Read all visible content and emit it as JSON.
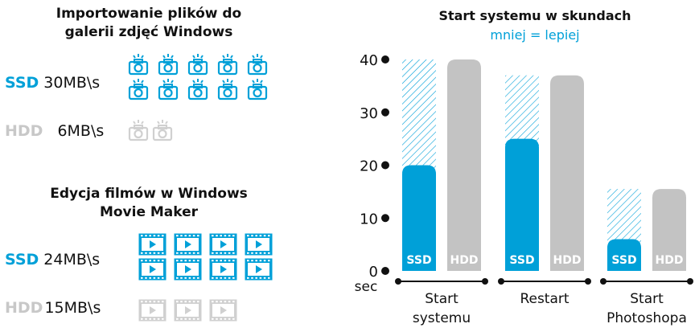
{
  "left": {
    "import_title_line1": "Importowanie plików do",
    "import_title_line2": "galerii zdjęć Windows",
    "import_ssd_label": "SSD",
    "import_ssd_value": "30MB\\s",
    "import_ssd_icon_count": 10,
    "import_hdd_label": "HDD",
    "import_hdd_value": "6MB\\s",
    "import_hdd_icon_count": 2,
    "import_icon": "camera-icon",
    "movie_title_line1": "Edycja filmów w Windows",
    "movie_title_line2": "Movie Maker",
    "movie_ssd_label": "SSD",
    "movie_ssd_value": "24MB\\s",
    "movie_ssd_icon_count": 8,
    "movie_hdd_label": "HDD",
    "movie_hdd_value": "15MB\\s",
    "movie_hdd_icon_count": 3,
    "movie_icon": "film-play-icon"
  },
  "chart_data": {
    "type": "bar",
    "title": "Start systemu w skundach",
    "subtitle": "mniej = lepiej",
    "ylabel": "sec",
    "ylim": [
      0,
      40
    ],
    "yticks": [
      "0",
      "10",
      "20",
      "30",
      "40"
    ],
    "categories": [
      [
        "Start",
        "systemu"
      ],
      [
        "Restart"
      ],
      [
        "Start",
        "Photoshopa"
      ]
    ],
    "series": [
      {
        "name": "SSD",
        "values": [
          20,
          25,
          6
        ],
        "color": "#00a0d8"
      },
      {
        "name": "HDD",
        "values": [
          40,
          37,
          15.5
        ],
        "color": "#c3c3c3"
      }
    ],
    "hatch_reference": [
      40,
      37,
      15.5
    ]
  },
  "colors": {
    "ssd": "#00a0d8",
    "hdd": "#c3c3c3",
    "hdd_light": "#d0d0d0",
    "text": "#111111"
  }
}
